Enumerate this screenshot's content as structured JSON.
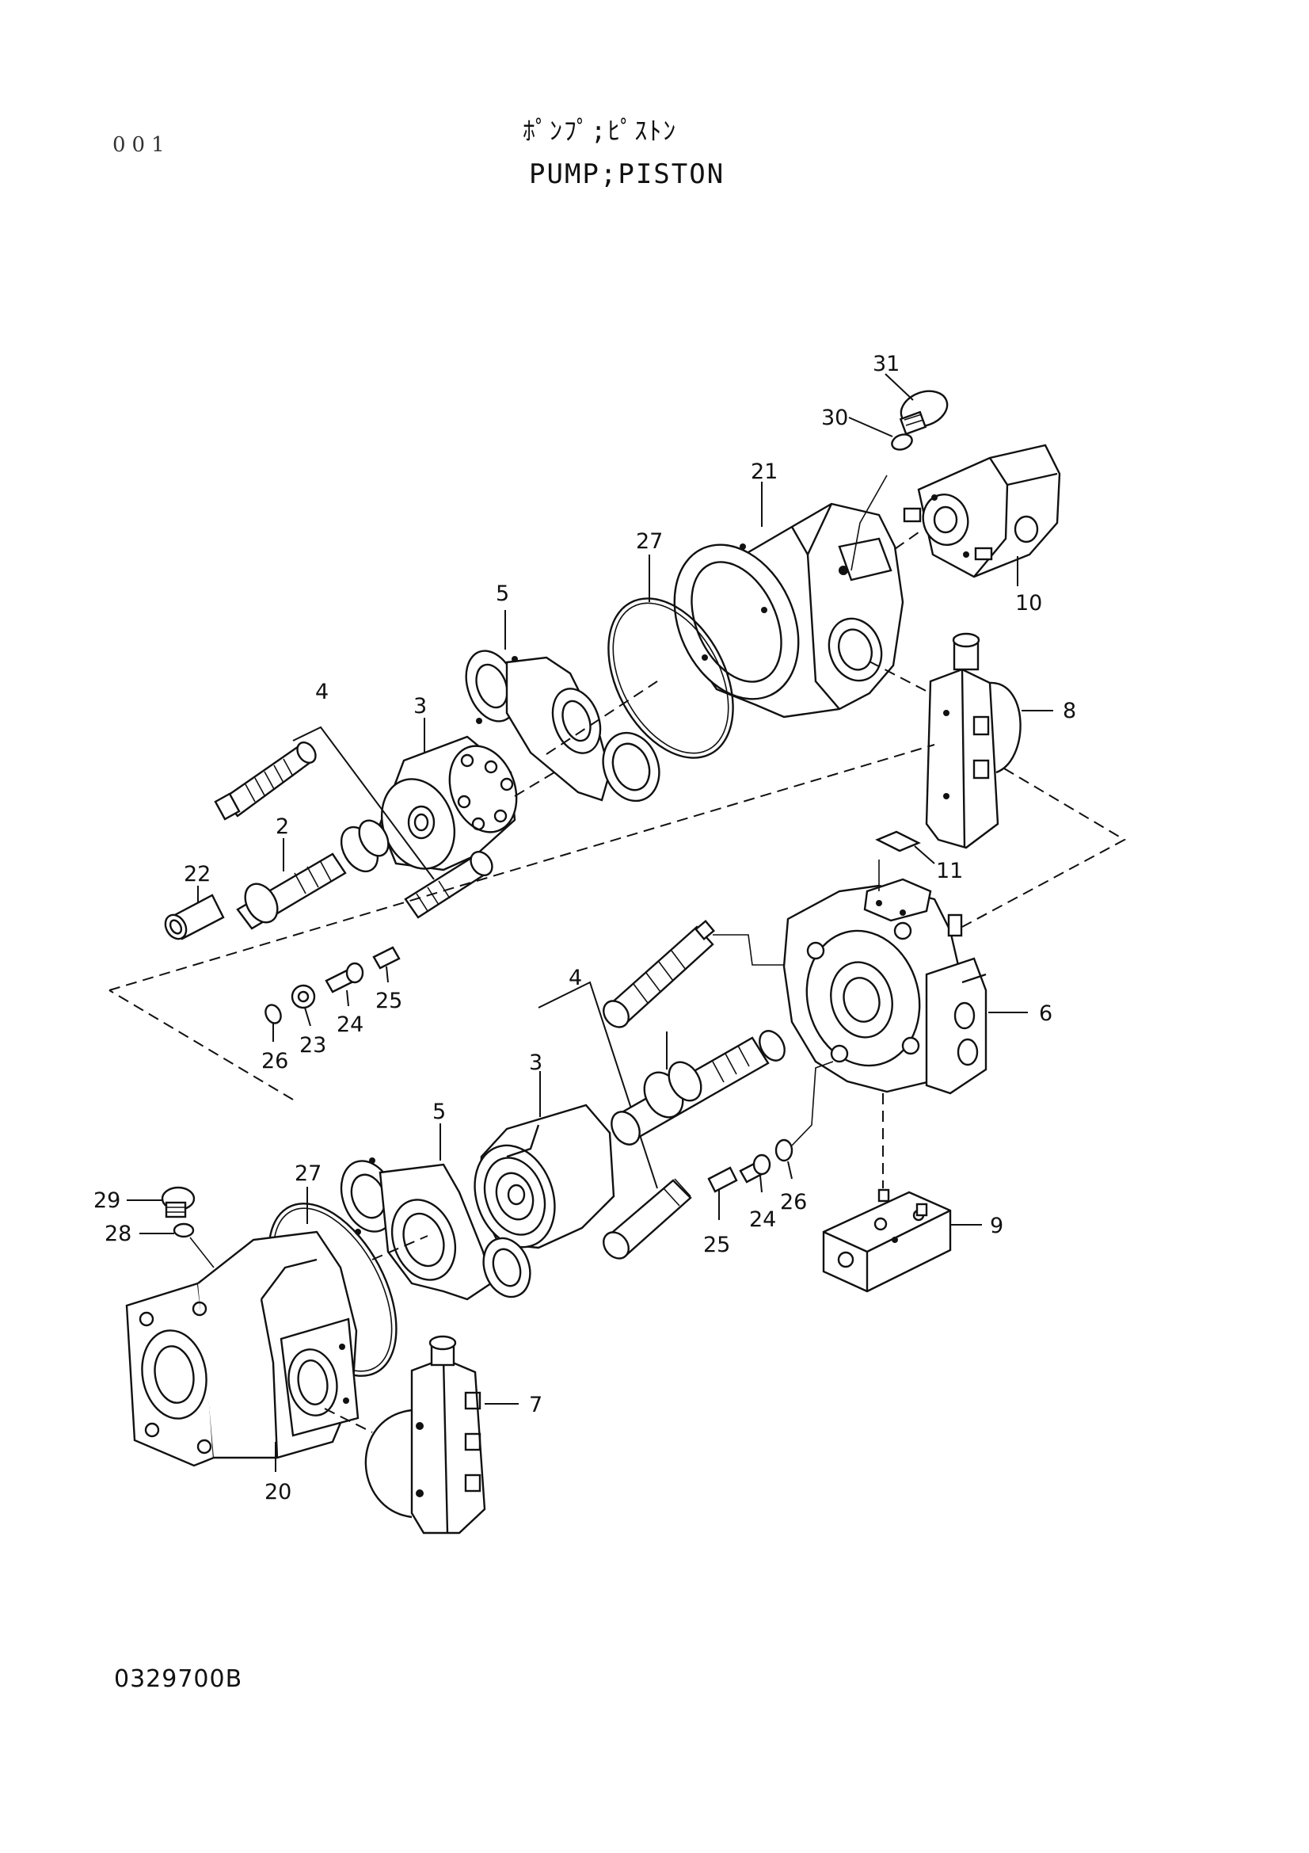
{
  "header": {
    "page_number": "001",
    "title_jp": "ﾎﾟﾝﾌﾟ;ﾋﾟｽﾄﾝ",
    "title_en": "PUMP;PISTON"
  },
  "footer": {
    "drawing_number": "0329700B"
  },
  "callouts": {
    "c31": "31",
    "c30": "30",
    "c21": "21",
    "c27a": "27",
    "c10": "10",
    "c5a": "5",
    "c8": "8",
    "c4a": "4",
    "c3a": "3",
    "c2": "2",
    "c22": "22",
    "c11": "11",
    "c25a": "25",
    "c24a": "24",
    "c23": "23",
    "c26a": "26",
    "c6": "6",
    "c4b": "4",
    "c3b": "3",
    "c5b": "5",
    "c27b": "27",
    "c29": "29",
    "c28": "28",
    "c9": "9",
    "c26b": "26",
    "c24b": "24",
    "c25b": "25",
    "c7": "7",
    "c20": "20"
  }
}
